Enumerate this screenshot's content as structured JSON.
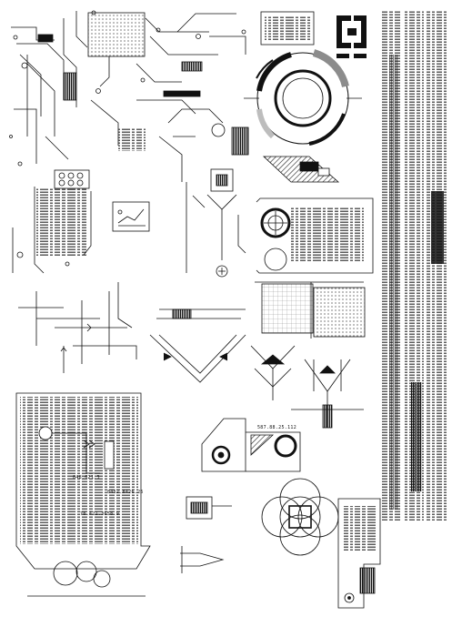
{
  "readouts": {
    "r1": "848.621.3",
    "r2": "8452.8426.25",
    "r3": "78.421.3658.9",
    "r4": "587.88.25.112"
  },
  "colors": {
    "ink": "#111111",
    "grey": "#8c8c8c",
    "light": "#bdbdbd",
    "paper": "#ffffff"
  }
}
